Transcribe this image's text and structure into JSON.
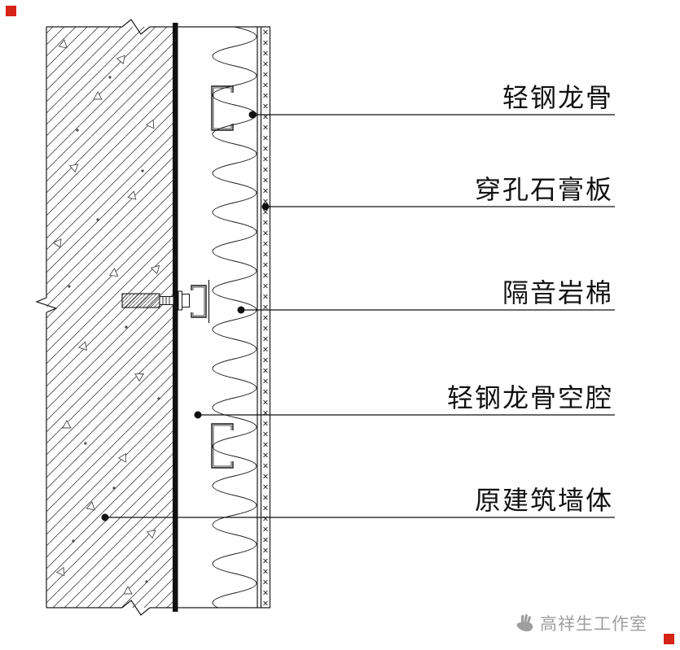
{
  "callouts": [
    {
      "label": "轻钢龙骨"
    },
    {
      "label": "穿孔石膏板"
    },
    {
      "label": "隔音岩棉"
    },
    {
      "label": "轻钢龙骨空腔"
    },
    {
      "label": "原建筑墙体"
    }
  ],
  "watermark": {
    "text": "高祥生工作室"
  },
  "colors": {
    "line": "#1a1a1a",
    "red_mark": "#d62418",
    "watermark_gray": "#9e9e9e"
  }
}
